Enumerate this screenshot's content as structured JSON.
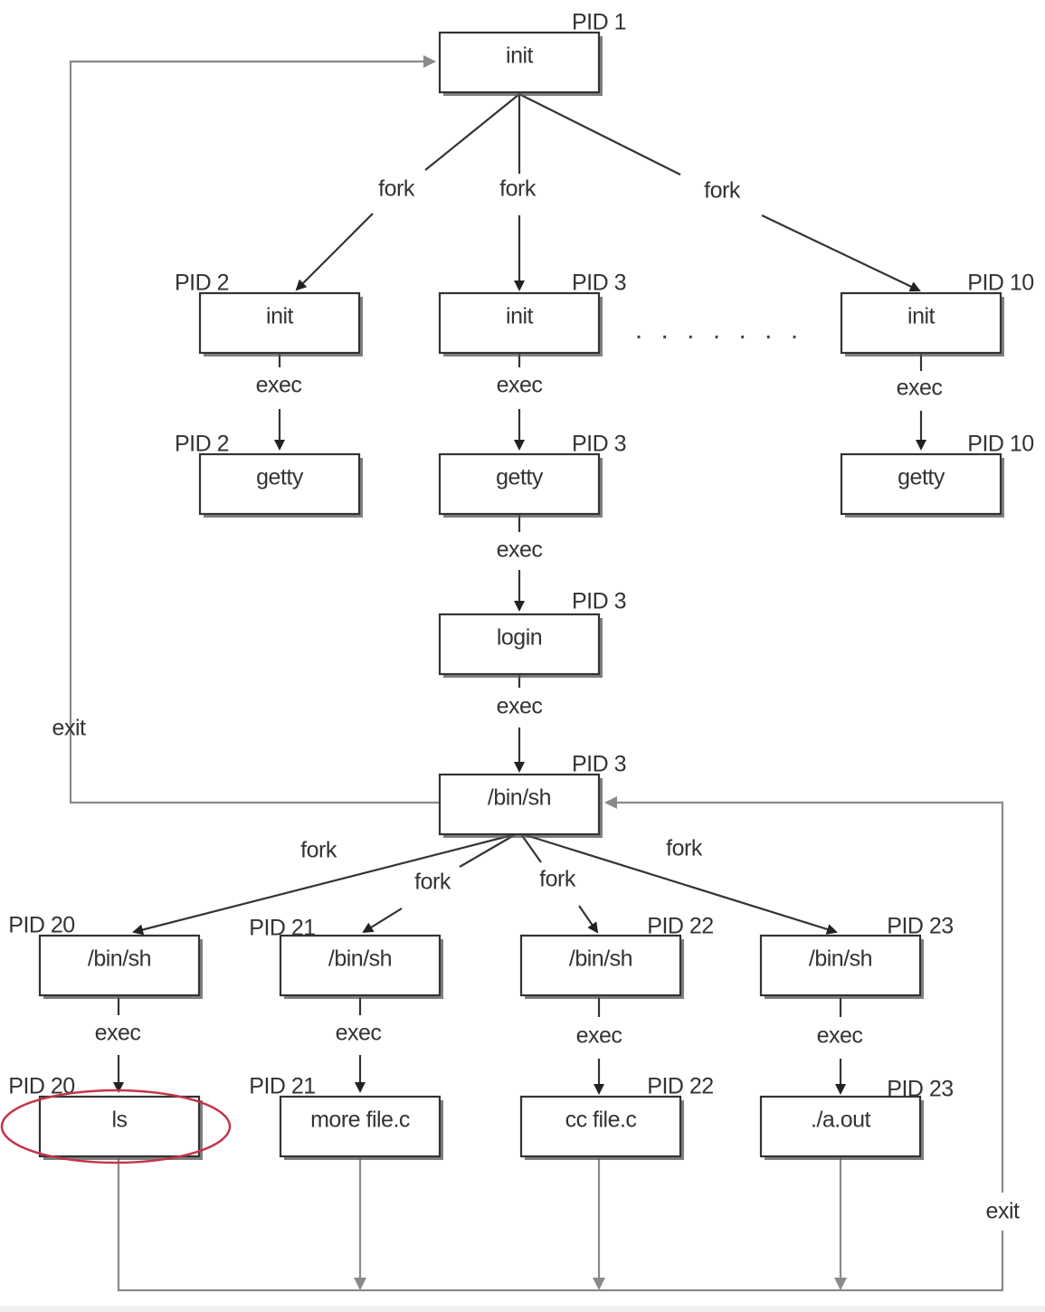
{
  "diagram": {
    "title": "UNIX process lifecycle: init, getty, login, shell fork/exec",
    "highlight_color": "#c4344a",
    "edge_labels": {
      "fork": "fork",
      "exec": "exec",
      "exit": "exit"
    },
    "ellipsis": ". . . . . . .",
    "nodes": [
      {
        "id": "init1",
        "label": "init",
        "pid": "PID 1"
      },
      {
        "id": "init2",
        "label": "init",
        "pid": "PID 2"
      },
      {
        "id": "init3",
        "label": "init",
        "pid": "PID 3"
      },
      {
        "id": "init10",
        "label": "init",
        "pid": "PID 10"
      },
      {
        "id": "getty2",
        "label": "getty",
        "pid": "PID 2"
      },
      {
        "id": "getty3",
        "label": "getty",
        "pid": "PID 3"
      },
      {
        "id": "getty10",
        "label": "getty",
        "pid": "PID 10"
      },
      {
        "id": "login3",
        "label": "login",
        "pid": "PID 3"
      },
      {
        "id": "sh3",
        "label": "/bin/sh",
        "pid": "PID 3"
      },
      {
        "id": "sh20",
        "label": "/bin/sh",
        "pid": "PID 20"
      },
      {
        "id": "sh21",
        "label": "/bin/sh",
        "pid": "PID 21"
      },
      {
        "id": "sh22",
        "label": "/bin/sh",
        "pid": "PID 22"
      },
      {
        "id": "sh23",
        "label": "/bin/sh",
        "pid": "PID 23"
      },
      {
        "id": "ls20",
        "label": "ls",
        "pid": "PID 20",
        "highlighted": true
      },
      {
        "id": "more21",
        "label": "more file.c",
        "pid": "PID 21"
      },
      {
        "id": "cc22",
        "label": "cc file.c",
        "pid": "PID 22"
      },
      {
        "id": "aout23",
        "label": "./a.out",
        "pid": "PID 23"
      }
    ]
  }
}
